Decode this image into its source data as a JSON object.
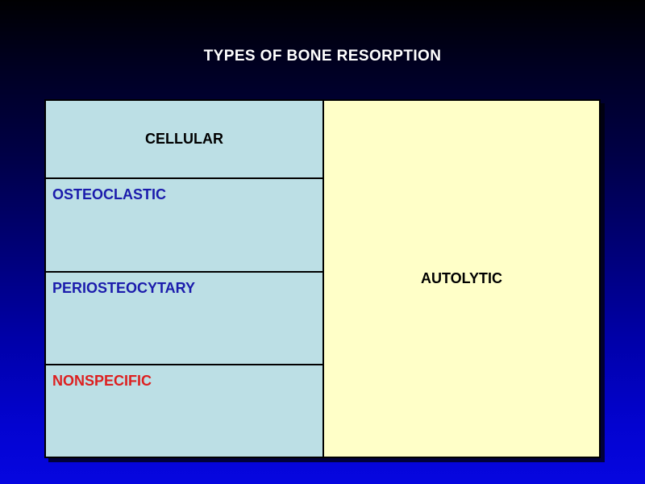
{
  "slide": {
    "title": "TYPES OF BONE RESORPTION",
    "background_gradient_top": "#000002",
    "background_gradient_bottom": "#0606e0",
    "title_color": "#ffffff"
  },
  "table": {
    "left_column": {
      "background": "#bcdfe5",
      "header": {
        "label": "CELLULAR",
        "color": "#000000"
      },
      "rows": [
        {
          "label": "OSTEOCLASTIC",
          "color": "#1b1bac"
        },
        {
          "label": "PERIOSTEOCYTARY",
          "color": "#1b1bac"
        },
        {
          "label": "NONSPECIFIC",
          "color": "#dd2020"
        }
      ]
    },
    "right_column": {
      "background": "#ffffc8",
      "label": "AUTOLYTIC",
      "color": "#000000"
    },
    "border_color": "#000000"
  }
}
